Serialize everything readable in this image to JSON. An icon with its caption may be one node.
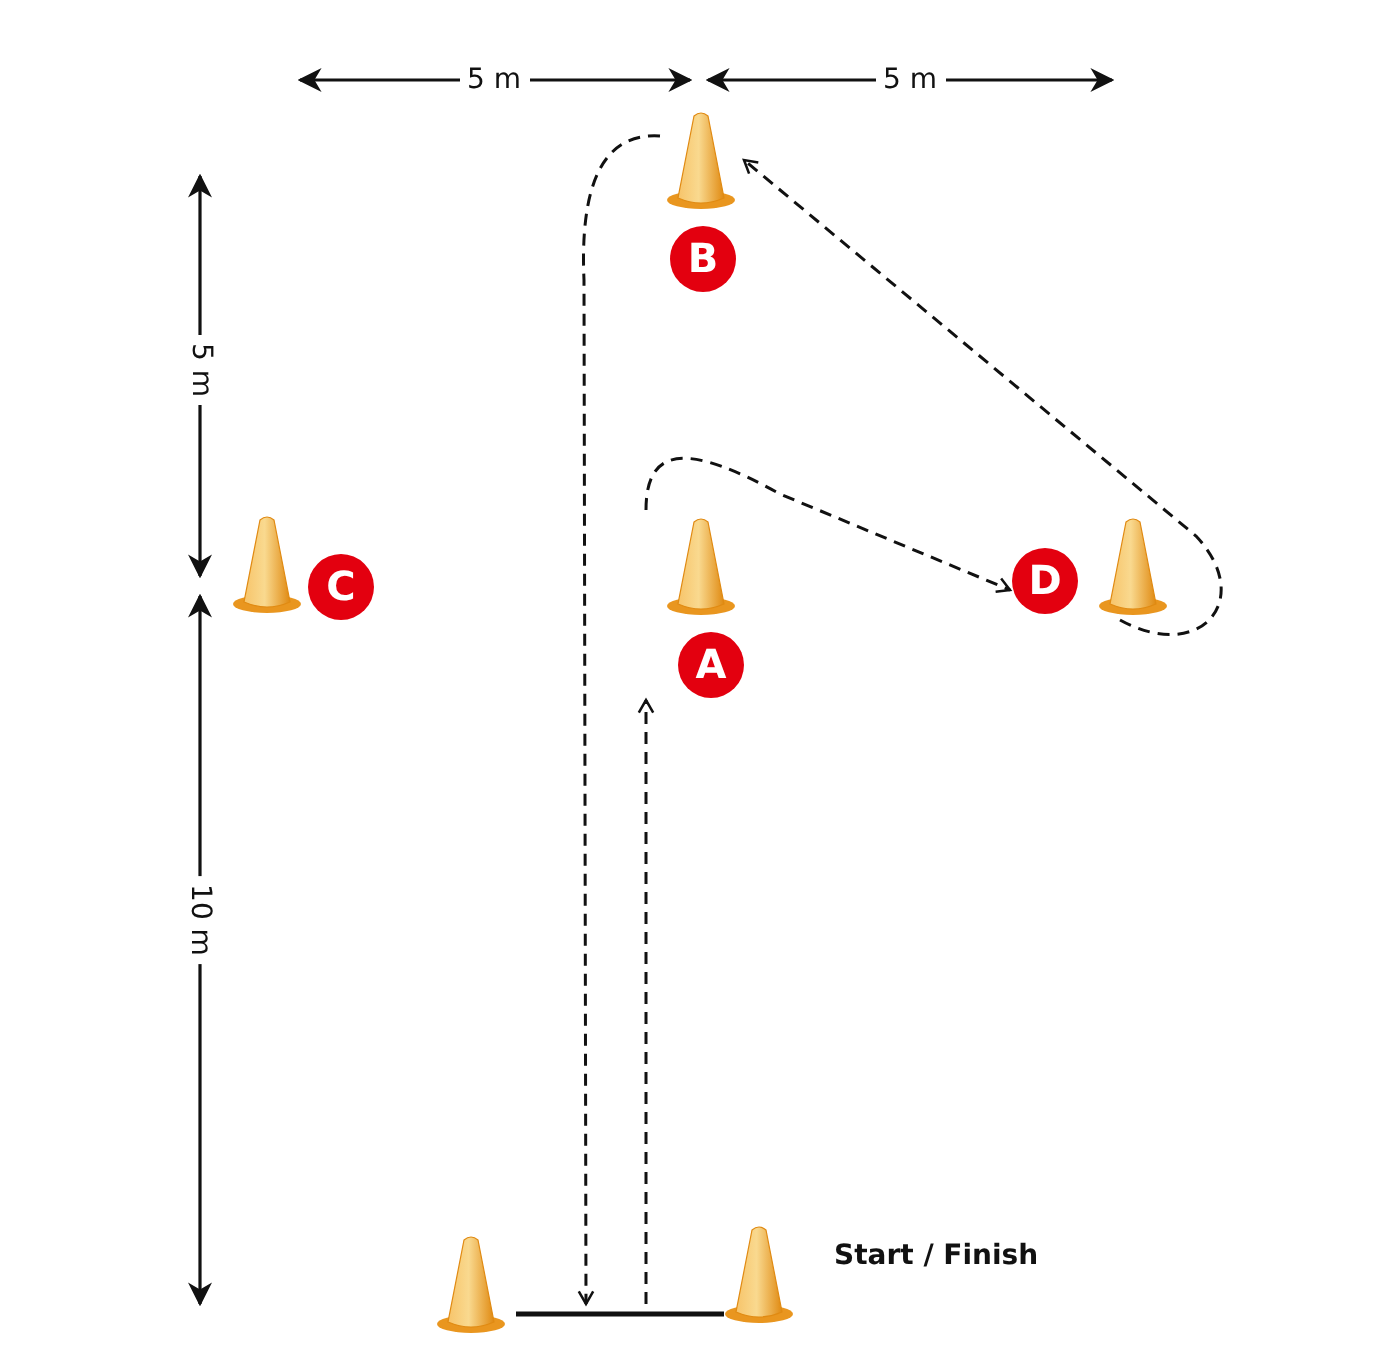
{
  "diagram": {
    "nodes": [
      {
        "text": [
          "B"
        ]
      },
      {
        "text": [
          "C"
        ]
      },
      {
        "text": [
          "A"
        ]
      },
      {
        "text": [
          "D"
        ]
      },
      {
        "text": [],
        "shape": "cone"
      },
      {
        "text": [],
        "shape": "bar"
      },
      {
        "text": [],
        "shape": "cone"
      }
    ],
    "edges": [
      {
        "from": 5,
        "to": 2,
        "arrow": "to",
        "style": "dashed"
      },
      {
        "from": 2,
        "to": 3,
        "arrow": "to",
        "style": "dashed"
      },
      {
        "from": 3,
        "to": 0,
        "arrow": "to",
        "style": "dashed"
      },
      {
        "from": 0,
        "to": 5,
        "arrow": "to",
        "style": "dashed"
      }
    ],
    "labels": [
      "5 m",
      "5 m",
      "5 m",
      "10 m",
      "Start / Finish"
    ]
  }
}
